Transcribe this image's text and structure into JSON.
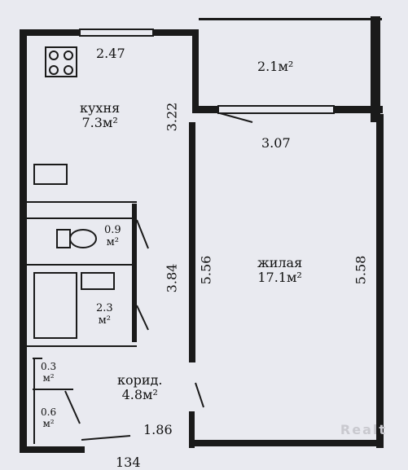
{
  "plan": {
    "dimensions": {
      "top": "2.47",
      "kitchen_height": "3.22",
      "bath_height": "3.84",
      "living_left": "5.56",
      "living_right": "5.58",
      "living_width": "3.07",
      "bottom": "1.86"
    },
    "rooms": {
      "balcony_area": "2.1м²",
      "kitchen_name": "кухня",
      "kitchen_area": "7.3м²",
      "living_name": "жилая",
      "living_area": "17.1м²",
      "wc_value": "0.9",
      "wc_unit": "м²",
      "bath_value": "2.3",
      "bath_unit": "м²",
      "closet1_value": "0.3",
      "closet1_unit": "м²",
      "closet2_value": "0.6",
      "closet2_unit": "м²",
      "corridor_name": "корид.",
      "corridor_area": "4.8м²"
    },
    "watermark": "Realt",
    "bottom_partial": "134"
  }
}
